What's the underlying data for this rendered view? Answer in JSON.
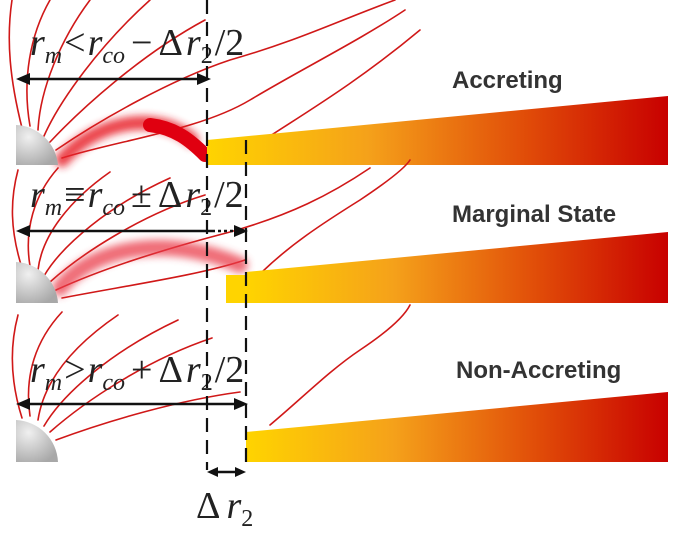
{
  "panels": [
    {
      "state_label": "Accreting",
      "equation": {
        "lhs": "r",
        "lhs_sub": "m",
        "relation": "<",
        "rhs": "r",
        "rhs_sub": "co",
        "op": "−",
        "delta": "Δ",
        "dr": "r",
        "dr_sub": "2",
        "tail": "/2"
      }
    },
    {
      "state_label": "Marginal State",
      "equation": {
        "lhs": "r",
        "lhs_sub": "m",
        "relation": "≡",
        "rhs": "r",
        "rhs_sub": "co",
        "op": "±",
        "delta": "Δ",
        "dr": "r",
        "dr_sub": "2",
        "tail": "/2"
      }
    },
    {
      "state_label": "Non-Accreting",
      "equation": {
        "lhs": "r",
        "lhs_sub": "m",
        "relation": ">",
        "rhs": "r",
        "rhs_sub": "co",
        "op": "+",
        "delta": "Δ",
        "dr": "r",
        "dr_sub": "2",
        "tail": "/2"
      }
    }
  ],
  "bottom_label": {
    "delta": "Δ",
    "r": "r",
    "sub": "2"
  },
  "colors": {
    "field_line": "#d01818",
    "disk_inner": "#ffd000",
    "disk_mid": "#f08a10",
    "disk_outer": "#c80000",
    "star": "#c8c8c8"
  }
}
